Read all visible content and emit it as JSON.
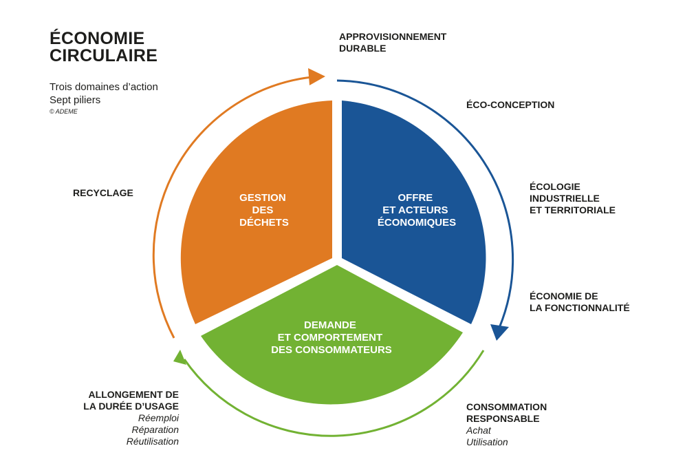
{
  "title": {
    "line1": "ÉCONOMIE",
    "line2": "CIRCULAIRE"
  },
  "subtitle": {
    "line1": "Trois domaines d’action",
    "line2": "Sept piliers"
  },
  "copyright": "© ADEME",
  "domains": [
    {
      "id": "dechets",
      "lines": [
        "GESTION",
        "DES",
        "DÉCHETS"
      ],
      "color": "#e07a22"
    },
    {
      "id": "offre",
      "lines": [
        "OFFRE",
        "ET ACTEURS",
        "ÉCONOMIQUES"
      ],
      "color": "#1a5596"
    },
    {
      "id": "demande",
      "lines": [
        "DEMANDE",
        "ET COMPORTEMENT",
        "DES CONSOMMATEURS"
      ],
      "color": "#72b233"
    }
  ],
  "pillars": {
    "approvisionnement": {
      "line1": "APPROVISIONNEMENT",
      "line2": "DURABLE"
    },
    "eco_conception": {
      "line1": "ÉCO-CONCEPTION"
    },
    "ecologie": {
      "line1": "ÉCOLOGIE",
      "line2": "INDUSTRIELLE",
      "line3": "ET TERRITORIALE"
    },
    "fonctionnalite": {
      "line1": "ÉCONOMIE DE",
      "line2": "LA FONCTIONNALITÉ"
    },
    "consommation": {
      "line1": "CONSOMMATION",
      "line2": "RESPONSABLE",
      "sub1": "Achat",
      "sub2": "Utilisation"
    },
    "allongement": {
      "line1": "ALLONGEMENT DE",
      "line2": "LA DURÉE D’USAGE",
      "sub1": "Réemploi",
      "sub2": "Réparation",
      "sub3": "Réutilisation"
    },
    "recyclage": {
      "line1": "RECYCLAGE"
    }
  }
}
